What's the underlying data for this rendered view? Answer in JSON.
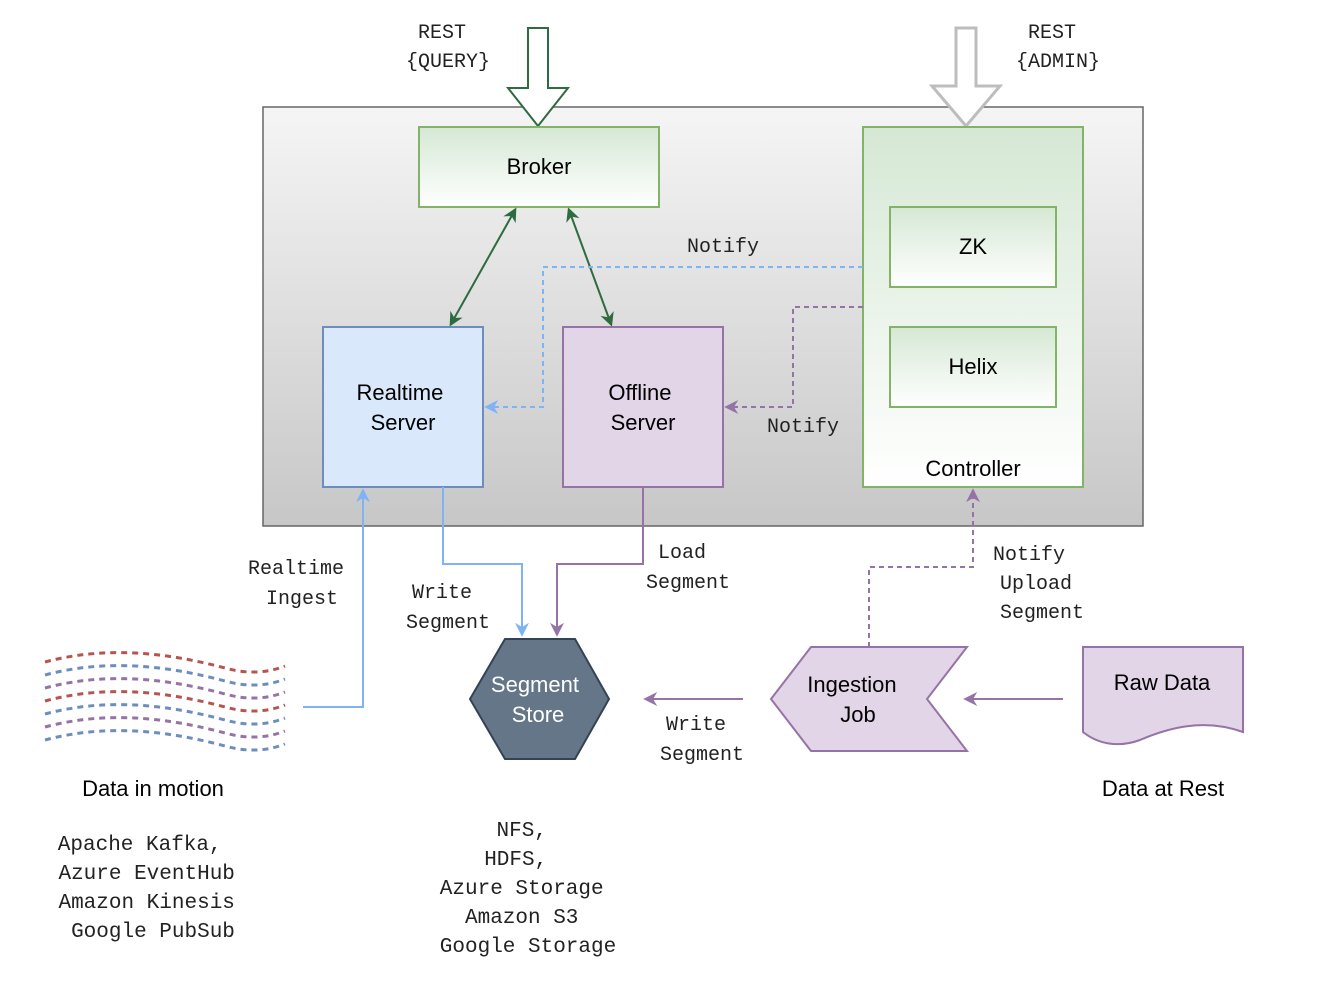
{
  "query_label": [
    "REST",
    "{QUERY}"
  ],
  "admin_label": [
    "REST",
    "{ADMIN}"
  ],
  "nodes": {
    "broker": "Broker",
    "zk": "ZK",
    "helix": "Helix",
    "controller": "Controller",
    "realtime_server": [
      "Realtime",
      "Server"
    ],
    "offline_server": [
      "Offline",
      "Server"
    ],
    "segment_store": [
      "Segment",
      "Store"
    ],
    "ingestion_job": [
      "Ingestion",
      "Job"
    ],
    "raw_data": "Raw Data"
  },
  "edge_labels": {
    "notify_realtime": "Notify",
    "notify_offline": "Notify",
    "realtime_ingest": [
      "Realtime",
      "Ingest"
    ],
    "write_segment_realtime": [
      "Write",
      "Segment"
    ],
    "load_segment": [
      "Load",
      "Segment"
    ],
    "notify_upload": [
      "Notify",
      "Upload",
      "Segment"
    ],
    "write_segment_job": [
      "Write",
      "Segment"
    ]
  },
  "data_in_motion": {
    "title": "Data in motion",
    "systems": [
      "Apache Kafka,",
      "Azure EventHub",
      "Amazon Kinesis",
      "Google PubSub"
    ]
  },
  "storage": {
    "systems": [
      "NFS,",
      "HDFS,",
      "Azure Storage",
      "Amazon S3",
      "Google Storage"
    ]
  },
  "data_at_rest": {
    "title": "Data at Rest"
  },
  "colors": {
    "green_border": "#82b366",
    "blue_fill": "#dae8fc",
    "blue_border": "#6c8ebf",
    "purple_fill": "#e1d5e7",
    "purple_border": "#9673a6",
    "dark_green_arrow": "#2e6b3e",
    "blue_arrow": "#7eb3f5",
    "purple_arrow": "#9673a6",
    "segment_store_fill": "#647687",
    "wave_red": "#b85450",
    "wave_blue": "#6c8ebf",
    "wave_purple": "#9673a6"
  }
}
